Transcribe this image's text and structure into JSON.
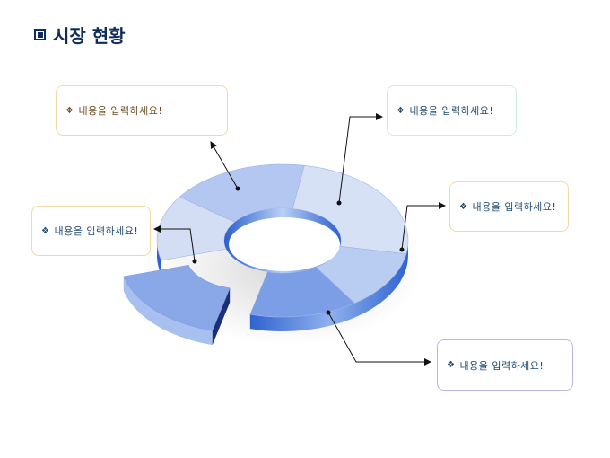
{
  "title": "시장 현황",
  "callouts": [
    {
      "id": "top-left",
      "text": "내용을 입력하세요!",
      "border": "#f3d9a2",
      "color": "#6b4a1e"
    },
    {
      "id": "top-right",
      "text": "내용을 입력하세요!",
      "border": "#cfeae6",
      "color": "#1f4a6e"
    },
    {
      "id": "right",
      "text": "내용을 입력하세요!",
      "border": "#f3d9a2",
      "color": "#1f4a6e"
    },
    {
      "id": "left",
      "text": "내용을 입력하세요!",
      "border": "#f3d9a2",
      "color": "#1f4a6e"
    },
    {
      "id": "bottom-right",
      "text": "내용을 입력하세요!",
      "border": "#bdb6e2",
      "color": "#1f4a6e"
    }
  ],
  "bullet_icon": "diamond-bullet-icon",
  "segment_colors": [
    "#b4c7f0",
    "#d6e1f6",
    "#b9ccf2",
    "#7b9ee6",
    "#8aa8e8",
    "#d3def5"
  ]
}
